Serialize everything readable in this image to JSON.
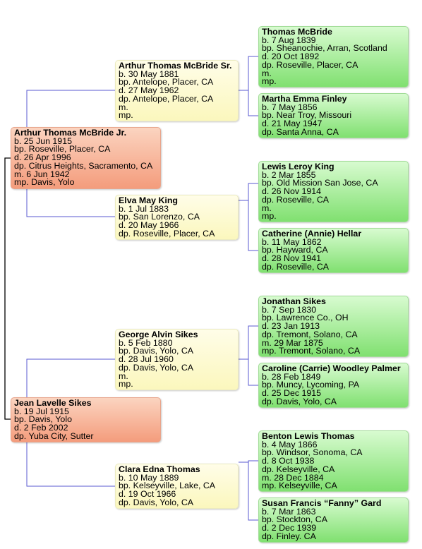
{
  "colors": {
    "connector": "#5a5ad0",
    "trunk": "#000000",
    "gen1_box": "#f7b59a",
    "gen2_box": "#fdfad0",
    "gen3_box": "#a8ec9a"
  },
  "people": [
    {
      "name": "Arthur Thomas McBride Jr.",
      "lines": [
        "b. 25 Jun 1915",
        "bp. Roseville, Placer, CA",
        "d. 26 Apr 1996",
        "dp. Citrus Heights, Sacramento, CA",
        "m. 6 Jun 1942",
        "mp. Davis, Yolo"
      ]
    },
    {
      "name": "Jean Lavelle Sikes",
      "lines": [
        "b. 19 Jul 1915",
        "bp. Davis, Yolo",
        "d. 2 Feb 2002",
        "dp. Yuba City, Sutter"
      ]
    },
    {
      "name": "Arthur Thomas McBride Sr.",
      "lines": [
        "b. 30 May 1881",
        "bp. Antelope, Placer, CA",
        "d. 27 May 1962",
        "dp. Antelope, Placer, CA",
        "m.",
        "mp."
      ]
    },
    {
      "name": "Elva May King",
      "lines": [
        "b. 1 Jul 1883",
        "bp. San Lorenzo, CA",
        "d. 20 May 1966",
        "dp. Roseville, Placer, CA"
      ]
    },
    {
      "name": "George Alvin Sikes",
      "lines": [
        "b. 5 Feb 1880",
        "bp. Davis, Yolo, CA",
        "d. 28 Jul 1960",
        "dp. Davis, Yolo, CA",
        "m.",
        "mp."
      ]
    },
    {
      "name": "Clara Edna Thomas",
      "lines": [
        "b. 10 May 1889",
        "bp. Kelseyville, Lake, CA",
        "d. 19 Oct 1966",
        "dp. Davis, Yolo, CA"
      ]
    },
    {
      "name": "Thomas McBride",
      "lines": [
        "b. 7 Aug 1839",
        "bp. Sheanochie, Arran, Scotland",
        "d. 20 Oct 1892",
        "dp. Roseville, Placer, CA",
        "m.",
        "mp."
      ]
    },
    {
      "name": "Martha Emma Finley",
      "lines": [
        "b. 7 May 1856",
        "bp. Near Troy, Missouri",
        "d. 21 May 1947",
        "dp. Santa Anna, CA"
      ]
    },
    {
      "name": "Lewis Leroy King",
      "lines": [
        "b. 2 Mar 1855",
        "bp. Old Mission San Jose, CA",
        "d. 26 Nov 1914",
        "dp. Roseville, CA",
        "m.",
        "mp."
      ]
    },
    {
      "name": "Catherine (Annie) Hellar",
      "lines": [
        "b. 11 May 1862",
        "bp. Hayward, CA",
        "d. 28 Nov 1941",
        "dp. Roseville, CA"
      ]
    },
    {
      "name": "Jonathan Sikes",
      "lines": [
        "b. 7 Sep 1830",
        "bp. Lawrence Co., OH",
        "d. 23 Jan 1913",
        "dp. Tremont, Solano, CA",
        "m. 29 Mar 1875",
        "mp. Tremont, Solano, CA"
      ]
    },
    {
      "name": "Caroline (Carrie) Woodley Palmer",
      "lines": [
        "b. 28 Feb 1849",
        "bp. Muncy, Lycoming, PA",
        "d. 25 Dec 1915",
        "dp. Davis, Yolo, CA"
      ]
    },
    {
      "name": "Benton Lewis Thomas",
      "lines": [
        "b. 4 May 1866",
        "bp. Windsor, Sonoma, CA",
        "d. 8 Oct 1938",
        "dp. Kelseyville, CA",
        "m. 28 Dec 1884",
        "mp. Kelseyville, CA"
      ]
    },
    {
      "name": "Susan Francis “Fanny” Gard",
      "lines": [
        "b. 7 Mar 1863",
        "bp. Stockton, CA",
        "d. 2 Dec 1939",
        "dp. Finley. CA"
      ]
    }
  ]
}
